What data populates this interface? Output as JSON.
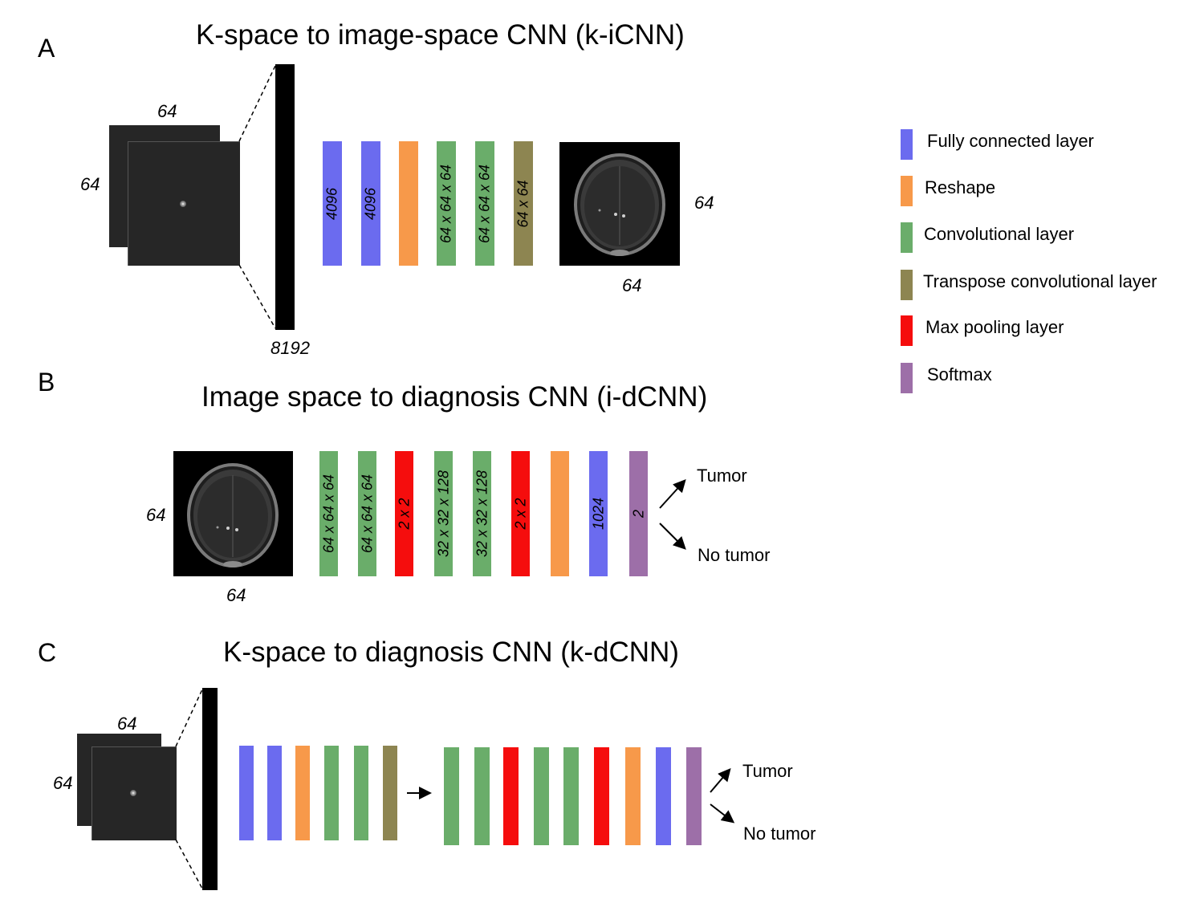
{
  "colors": {
    "fully_connected": "#6b6bef",
    "reshape": "#f7994a",
    "convolutional": "#6aad6a",
    "transpose_convolutional": "#8d8551",
    "max_pooling": "#f50d0d",
    "softmax": "#9d6fa8",
    "vector": "#000000"
  },
  "panel_a": {
    "letter": "A",
    "title": "K-space to image-space CNN (k-iCNN)",
    "input_width": "64",
    "input_height": "64",
    "vector_size": "8192",
    "layers": [
      {
        "type": "fully_connected",
        "label": "4096"
      },
      {
        "type": "fully_connected",
        "label": "4096"
      },
      {
        "type": "reshape",
        "label": ""
      },
      {
        "type": "convolutional",
        "label": "64 x 64 x 64"
      },
      {
        "type": "convolutional",
        "label": "64 x 64 x 64"
      },
      {
        "type": "transpose_convolutional",
        "label": "64 x 64"
      }
    ],
    "output_height": "64",
    "output_width": "64"
  },
  "panel_b": {
    "letter": "B",
    "title": "Image space to diagnosis CNN (i-dCNN)",
    "input_height": "64",
    "input_width": "64",
    "layers": [
      {
        "type": "convolutional",
        "label": "64 x 64 x 64"
      },
      {
        "type": "convolutional",
        "label": "64 x 64 x 64"
      },
      {
        "type": "max_pooling",
        "label": "2 x 2"
      },
      {
        "type": "convolutional",
        "label": "32 x 32 x 128"
      },
      {
        "type": "convolutional",
        "label": "32 x 32 x 128"
      },
      {
        "type": "max_pooling",
        "label": "2 x 2"
      },
      {
        "type": "reshape",
        "label": ""
      },
      {
        "type": "fully_connected",
        "label": "1024"
      },
      {
        "type": "softmax",
        "label": "2"
      }
    ],
    "outputs": [
      "Tumor",
      "No tumor"
    ]
  },
  "panel_c": {
    "letter": "C",
    "title": "K-space to diagnosis CNN (k-dCNN)",
    "input_width": "64",
    "input_height": "64",
    "layers_first": [
      {
        "type": "fully_connected"
      },
      {
        "type": "fully_connected"
      },
      {
        "type": "reshape"
      },
      {
        "type": "convolutional"
      },
      {
        "type": "convolutional"
      },
      {
        "type": "transpose_convolutional"
      }
    ],
    "layers_second": [
      {
        "type": "convolutional"
      },
      {
        "type": "convolutional"
      },
      {
        "type": "max_pooling"
      },
      {
        "type": "convolutional"
      },
      {
        "type": "convolutional"
      },
      {
        "type": "max_pooling"
      },
      {
        "type": "reshape"
      },
      {
        "type": "fully_connected"
      },
      {
        "type": "softmax"
      }
    ],
    "outputs": [
      "Tumor",
      "No tumor"
    ]
  },
  "legend": [
    {
      "type": "fully_connected",
      "label": "Fully connected layer"
    },
    {
      "type": "reshape",
      "label": "Reshape"
    },
    {
      "type": "convolutional",
      "label": "Convolutional layer"
    },
    {
      "type": "transpose_convolutional",
      "label": "Transpose convolutional layer"
    },
    {
      "type": "max_pooling",
      "label": "Max pooling layer"
    },
    {
      "type": "softmax",
      "label": "Softmax"
    }
  ]
}
